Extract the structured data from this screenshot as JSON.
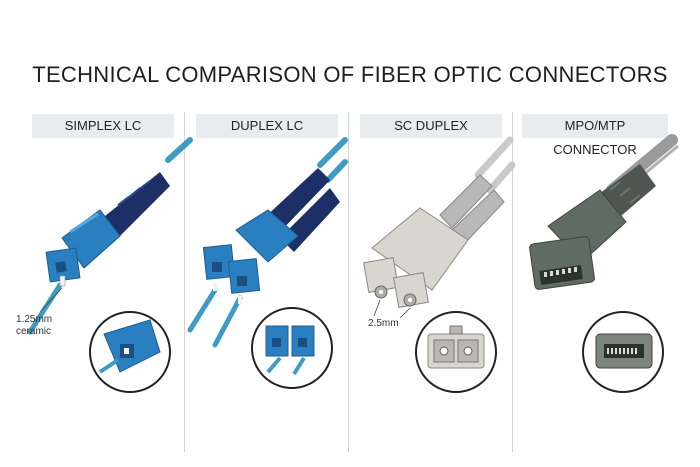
{
  "title": "TECHNICAL COMPARISON OF FIBER OPTIC CONNECTORS",
  "panels": [
    {
      "label": "SIMPLEX LC",
      "note_line1": "1.25mm",
      "note_line2": "ceramic"
    },
    {
      "label": "DUPLEX LC"
    },
    {
      "label": "SC DUPLEX",
      "note_line1": "2.5mm"
    },
    {
      "label": "MPO/MTP CONNECTOR"
    }
  ],
  "colors": {
    "lc_blue": "#2a7fc1",
    "lc_dark": "#1c2f66",
    "cable_aqua": "#3d9bc4",
    "sc_beige": "#d9d6cf",
    "mpo_gray": "#5f6b63"
  }
}
